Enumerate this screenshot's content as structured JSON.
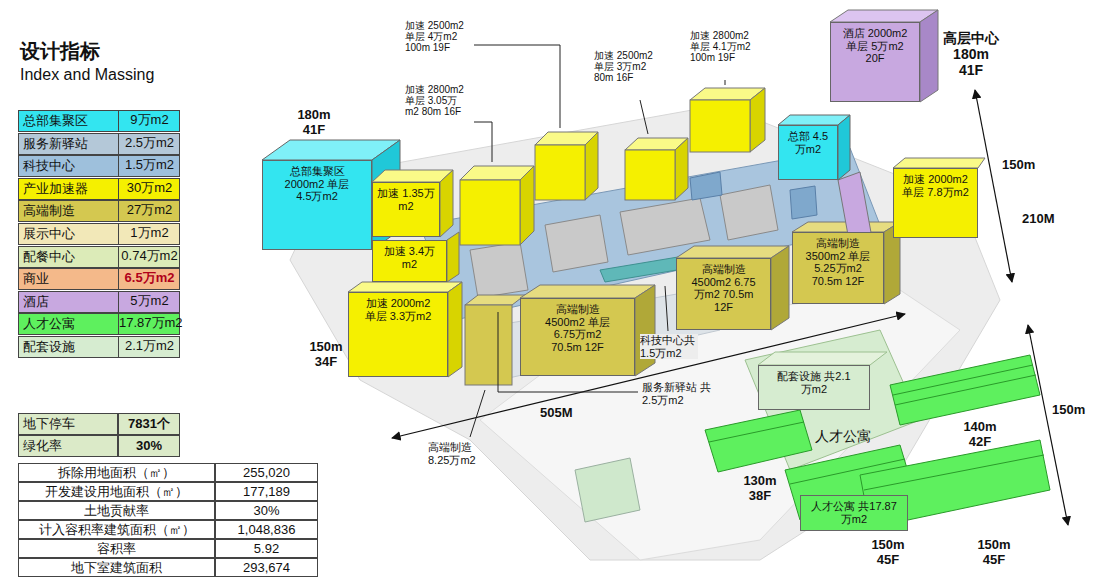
{
  "diagram": {
    "title": "设计指标",
    "nodes": [
      {
        "text": [
          "总部集聚区 2000m2 单层 4.5万m2"
        ]
      },
      {
        "text": [
          "加速 1.35万m2"
        ]
      },
      {
        "text": [
          "加速 3.4万m2"
        ]
      },
      {
        "text": [
          "加速 2000m2 单层 3.3万m2"
        ]
      },
      {
        "text": [
          "高端制造 4500m2 单层 6.75万m2 70.5m 12F"
        ]
      },
      {
        "text": [
          "高端制造 4500m2 6.75万m2 70.5m 12F"
        ]
      },
      {
        "text": [
          "高端制造 3500m2 单层 5.25万m2 70.5m 12F"
        ]
      },
      {
        "text": [
          "加速 2000m2 单层 7.8万m2"
        ]
      },
      {
        "text": [
          "酒店 2000m2 单层 5万m2 20F"
        ]
      },
      {
        "text": [
          "总部 4.5万m2"
        ]
      },
      {
        "text": [
          "配套设施 共2.1万m2"
        ]
      },
      {
        "text": [
          "人才公寓 共17.87万m2"
        ]
      }
    ],
    "labels": [
      "Index and Massing",
      "9万m2",
      "2.5万m2",
      "1.5万m2",
      "30万m2",
      "27万m2",
      "1万m2",
      "0.74万m2",
      "6.5万m2",
      "5万m2",
      "17.87万m2",
      "2.1万m2",
      "地下停车",
      "7831个",
      "绿化率",
      "30%",
      "拆除用地面积（㎡）",
      "255,020",
      "开发建设用地面积（㎡）",
      "177,189",
      "土地贡献率",
      "30%",
      "计入容积率建筑面积（㎡）",
      "1,048,836",
      "容积率",
      "5.92",
      "地下室建筑面积",
      "293,674",
      "加速 2500m2 单层 4万m2 100m 19F",
      "加速 2800m2 单层 3.05万m2 80m 16F",
      "加速 2500m2 单层 3万m2 80m 16F",
      "加速 2800m2 单层 4.1万m2 100m 19F",
      "180m 41F",
      "高层中心 180m 41F",
      "150m",
      "210M",
      "150m 34F",
      "科技中心共 1.5万m2",
      "服务新驿站 共2.5万m2",
      "505M",
      "高端制造 8.25万m2",
      "人才公寓",
      "140m 42F",
      "150m",
      "130m 38F",
      "150m 45F",
      "150m 45F"
    ],
    "legend": [
      {
        "text": "总部集聚区",
        "color": "#33e5f0"
      },
      {
        "text": "服务新驿站",
        "color": "#b4c8d8"
      },
      {
        "text": "科技中心",
        "color": "#9ec0dc"
      },
      {
        "text": "产业加速器",
        "color": "#f5f000"
      },
      {
        "text": "高端制造",
        "color": "#d4c850"
      },
      {
        "text": "展示中心",
        "color": "#f2e8b8"
      },
      {
        "text": "配餐中心",
        "color": "#dcebb8"
      },
      {
        "text": "商业",
        "color": "#f4b98a"
      },
      {
        "text": "酒店",
        "color": "#c8a8e0"
      },
      {
        "text": "人才公寓",
        "color": "#5ef05e"
      },
      {
        "text": "配套设施",
        "color": "#d6ecd0"
      }
    ]
  }
}
